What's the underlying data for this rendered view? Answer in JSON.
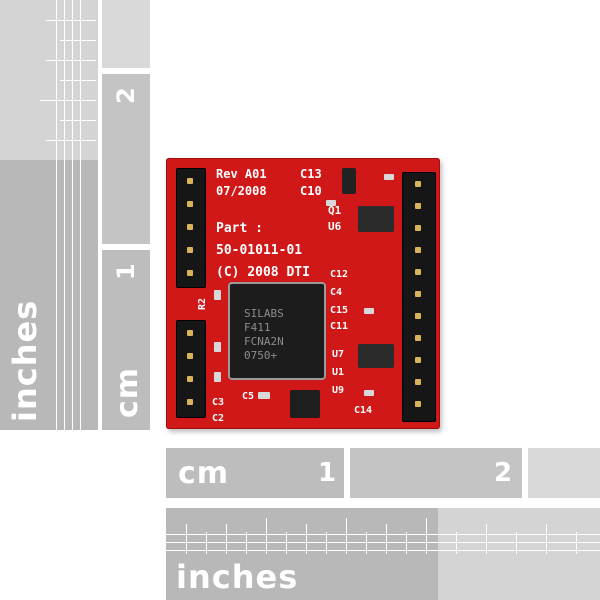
{
  "ruler_vertical": {
    "label_cm": "cm",
    "label_inches": "inches",
    "number_1": "1",
    "number_2": "2"
  },
  "ruler_horizontal": {
    "label_cm": "cm",
    "label_inches": "inches",
    "number_1": "1",
    "number_2": "2"
  },
  "board": {
    "silkscreen": {
      "rev": "Rev A01",
      "date": "07/2008",
      "part_label": "Part :",
      "part_number": "50-01011-01",
      "copyright": "(C) 2008 DTI",
      "c13": "C13",
      "c10": "C10",
      "q1": "Q1",
      "u6": "U6",
      "c12": "C12",
      "c4": "C4",
      "c15": "C15",
      "c11": "C11",
      "u7": "U7",
      "u1": "U1",
      "u9": "U9",
      "c14": "C14",
      "c3": "C3",
      "c2": "C2",
      "r2": "R2",
      "c5": "C5"
    },
    "chip": {
      "line1": "SILABS",
      "line2": "F411",
      "line3": "FCNA2N",
      "line4": "0750+"
    }
  }
}
